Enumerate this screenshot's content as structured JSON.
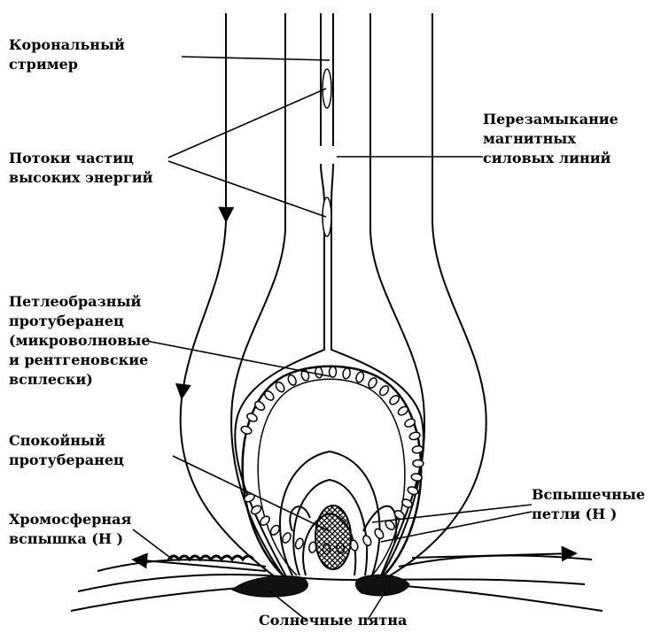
{
  "labels": {
    "coronal_streamer": [
      "Корональный",
      "стример"
    ],
    "reconnection": [
      "Перезамыкание",
      "магнитных",
      "силовых линий"
    ],
    "particle_flows": [
      "Потоки частиц",
      "высоких энергий"
    ],
    "loop_prominence": [
      "Петлеобразный",
      "протуберанец",
      "(микроволновые",
      "и рентгеновские",
      "всплески)"
    ],
    "quiet_prominence": [
      "Спокойный",
      "протуберанец"
    ],
    "flare_loops": [
      "Вспышечные",
      "петли (Н  )"
    ],
    "chromospheric_flare": [
      "Хромосферная",
      "вспышка (Н  )"
    ],
    "sunspots": "Солнечные пятна"
  }
}
